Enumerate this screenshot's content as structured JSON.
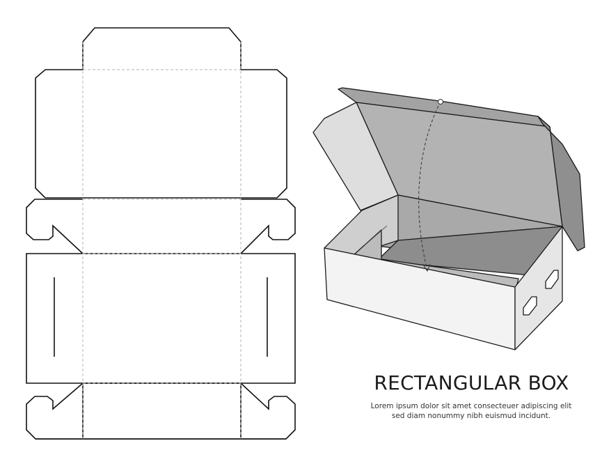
{
  "title": "RECTANGULAR BOX",
  "description": {
    "line1": "Lorem ipsum dolor sit amet consecteuer adipiscing elit",
    "line2": "sed diam nonummy nibh euismud incidunt."
  },
  "colors": {
    "cut_line": "#111111",
    "fold_line": "#b5b5b5",
    "box_light": "#f3f3f3",
    "box_mid": "#c9c9c9",
    "box_dark": "#9b9b9b",
    "background": "#ffffff"
  }
}
